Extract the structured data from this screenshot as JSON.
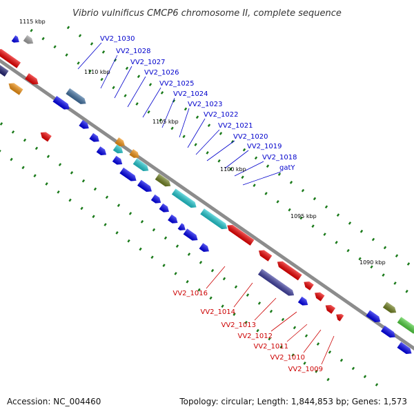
{
  "map": {
    "title": "Vibrio vulnificus CMCP6 chromosome II, complete sequence",
    "accession": "Accession: NC_004460",
    "topology": "Topology: circular; Length: 1,844,853 bp; Genes: 1,573"
  },
  "colors": {
    "backbone": "#8c8c8c",
    "tick": "#1a7a1a",
    "label_forward": "#0000cc",
    "label_reverse": "#cc0000",
    "gene_blue": "#0000ee",
    "gene_red": "#ee0000",
    "gene_cyan": "#20c8d0",
    "gene_olive": "#708020",
    "gene_orange": "#f09010",
    "gene_steel": "#4070a0",
    "gene_navy": "#202070",
    "gene_slate": "#4040a0",
    "gene_gray": "#a0a0a0",
    "gene_green": "#50d040"
  },
  "kbp_labels": [
    "1115 kbp",
    "1110 kbp",
    "1105 kbp",
    "1100 kbp",
    "1095 kbp",
    "1090 kbp"
  ],
  "forward_genes": [
    "VV2_1030",
    "VV2_1028",
    "VV2_1027",
    "VV2_1026",
    "VV2_1025",
    "VV2_1024",
    "VV2_1023",
    "VV2_1022",
    "VV2_1021",
    "VV2_1020",
    "VV2_1019",
    "VV2_1018",
    "gatY"
  ],
  "reverse_genes": [
    "VV2_1016",
    "VV2_1014",
    "VV2_1013",
    "VV2_1012",
    "VV2_1011",
    "VV2_1010",
    "VV2_1009"
  ]
}
